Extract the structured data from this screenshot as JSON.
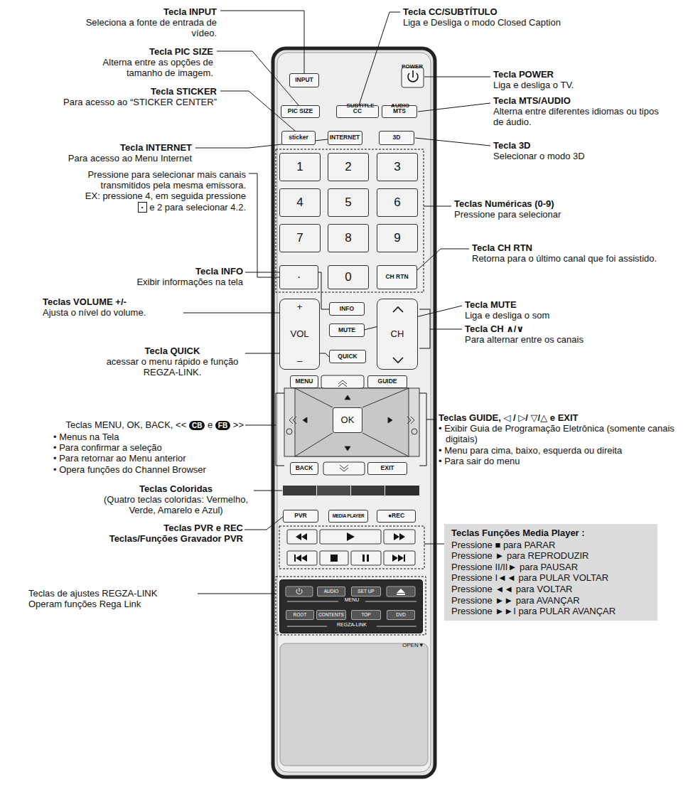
{
  "diagram": {
    "nodes": [
      {
        "text": [
          "INPUT"
        ]
      },
      {
        "text": [
          "PIC SIZE"
        ]
      },
      {
        "text": [
          "CC"
        ]
      },
      {
        "text": [
          "MTS"
        ]
      },
      {
        "text": [
          "sticker"
        ]
      },
      {
        "text": [
          "INTERNET"
        ]
      },
      {
        "text": [
          "3D"
        ]
      },
      {
        "text": [
          "1"
        ]
      },
      {
        "text": [
          "2"
        ]
      },
      {
        "text": [
          "3"
        ]
      },
      {
        "text": [
          "4"
        ]
      },
      {
        "text": [
          "5"
        ]
      },
      {
        "text": [
          "6"
        ]
      },
      {
        "text": [
          "7"
        ]
      },
      {
        "text": [
          "8"
        ]
      },
      {
        "text": [
          "9"
        ]
      },
      {
        "text": [
          "·"
        ]
      },
      {
        "text": [
          "0"
        ]
      },
      {
        "text": [
          "CH RTN"
        ]
      },
      {
        "text": [
          "+",
          "VOL",
          "–"
        ]
      },
      {
        "text": [
          "INFO"
        ]
      },
      {
        "text": [
          "CH"
        ]
      },
      {
        "text": [
          "MUTE"
        ]
      },
      {
        "text": [
          "QUICK"
        ]
      },
      {
        "text": [
          "MENU"
        ]
      },
      {
        "text": [
          "GUIDE"
        ]
      },
      {
        "text": [
          "OK"
        ]
      },
      {
        "text": [
          "BACK"
        ]
      },
      {
        "text": [
          "EXIT"
        ]
      },
      {
        "text": [
          "PVR"
        ]
      },
      {
        "text": [
          "MEDIA PLAYER"
        ]
      },
      {
        "text": [
          "●REC"
        ]
      },
      {
        "text": [
          "MENU",
          "REGZA-LINK"
        ]
      },
      {
        "text": [
          "AUDIO"
        ],
        "in": 32
      },
      {
        "text": [
          "SET UP"
        ],
        "in": 32
      },
      {
        "text": [
          "ROOT"
        ],
        "in": 32
      },
      {
        "text": [
          "CONTENTS"
        ],
        "in": 32
      },
      {
        "text": [
          "TOP"
        ],
        "in": 32
      },
      {
        "text": [
          "DVD"
        ],
        "in": 32
      },
      {
        "text": [
          "Teclas Funções Media Player :",
          "Pressione ■ para PARAR",
          "Pressione ► para REPRODUZIR",
          "Pressione II/II► para PAUSAR",
          "Pressione I◄◄ para PULAR VOLTAR",
          "Pressione ◄◄ para VOLTAR",
          "Pressione ►► para AVANÇAR",
          "Pressione ►►I para PULAR AVANÇAR"
        ]
      }
    ],
    "labels": [
      "POWER",
      "SUBTITLE",
      "AUDIO",
      "Tecla INPUT",
      "Seleciona a fonte de entrada de vídeo.",
      "Tecla PIC SIZE",
      "Alterna entre as opções de tamanho de imagem.",
      "Tecla STICKER",
      "Para acesso ao “STICKER CENTER”",
      "Tecla INTERNET",
      "Para acesso ao Menu Internet",
      "Pressione para selecionar mais canais transmitidos pela mesma emissora. EX: pressione 4, em seguida pressione",
      "·",
      "e 2 para selecionar 4.2.",
      "Tecla INFO",
      "Exibir informações na tela",
      "Teclas VOLUME +/-",
      "Ajusta o nível do volume.",
      "Tecla QUICK",
      "acessar o menu rápido e função REGZA-LINK.",
      "Teclas MENU, OK, BACK, <<",
      "CB",
      "e",
      "FB",
      ">>",
      "• Menus na Tela",
      "• Para confirmar a seleção",
      "• Para retornar ao Menu anterior",
      "• Opera funções do Channel Browser",
      "Teclas Coloridas",
      "(Quatro teclas coloridas: Vermelho, Verde, Amarelo e Azul)",
      "Teclas PVR e REC",
      "Teclas/Funções Gravador PVR",
      "Teclas de ajustes REGZA-LINK",
      "Operam funções Rega Link",
      "Tecla CC/SUBTÍTULO",
      "Liga e Desliga o modo Closed Caption",
      "Tecla POWER",
      "Liga e desliga o TV.",
      "Tecla MTS/AUDIO",
      "Alterna entre diferentes idiomas ou tipos de áudio.",
      "Tecla 3D",
      "Selecionar o modo 3D",
      "Teclas Numéricas (0-9)",
      "Pressione para selecionar",
      "Tecla CH RTN",
      "Retorna para o último canal que foi assistido.",
      "Tecla MUTE",
      "Liga e desliga o som",
      "Tecla CH ∧/∨",
      "Para alternar entre os canais",
      "Teclas GUIDE, ◁ / ▷/ ▽/△ e EXIT",
      "• Exibir Guia de Programação Eletrônica (somente canais digitais)",
      "• Menu para cima, baixo, esquerda ou direita",
      "• Para sair do menu",
      "OPEN▼"
    ]
  }
}
